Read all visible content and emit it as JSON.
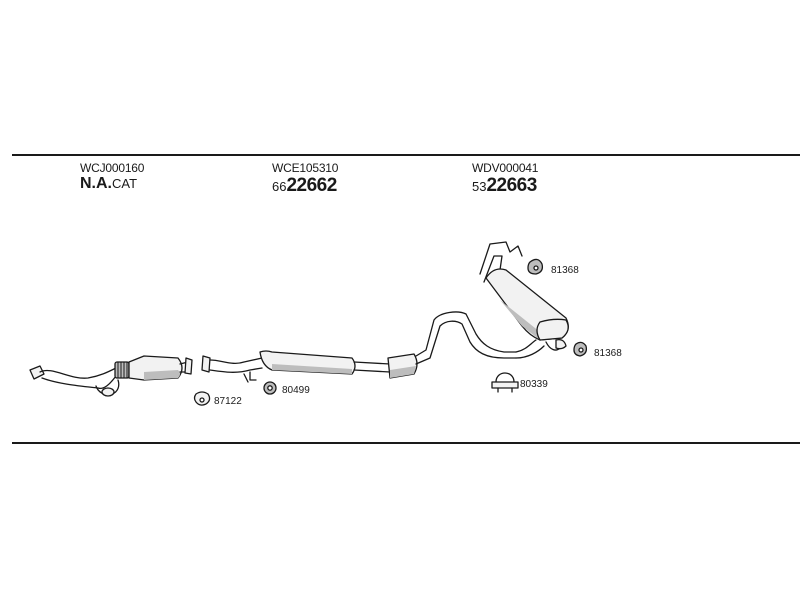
{
  "columns": [
    {
      "code": "WCJ000160",
      "number_bold": "N.A.",
      "number_suffix": "CAT"
    },
    {
      "code": "WCE105310",
      "number_prefix": "66",
      "number_main": "22662"
    },
    {
      "code": "WDV000041",
      "number_prefix": "53",
      "number_main": "22663"
    }
  ],
  "callouts": {
    "gasket_front": "87122",
    "rubber_mount_mid": "80499",
    "clamp": "80339",
    "rubber_mount_upper": "81368",
    "rubber_mount_rear": "81368"
  },
  "colors": {
    "line": "#1a1a1a",
    "part_fill": "#f2f2f2",
    "part_shadow": "#bdbdbd"
  }
}
